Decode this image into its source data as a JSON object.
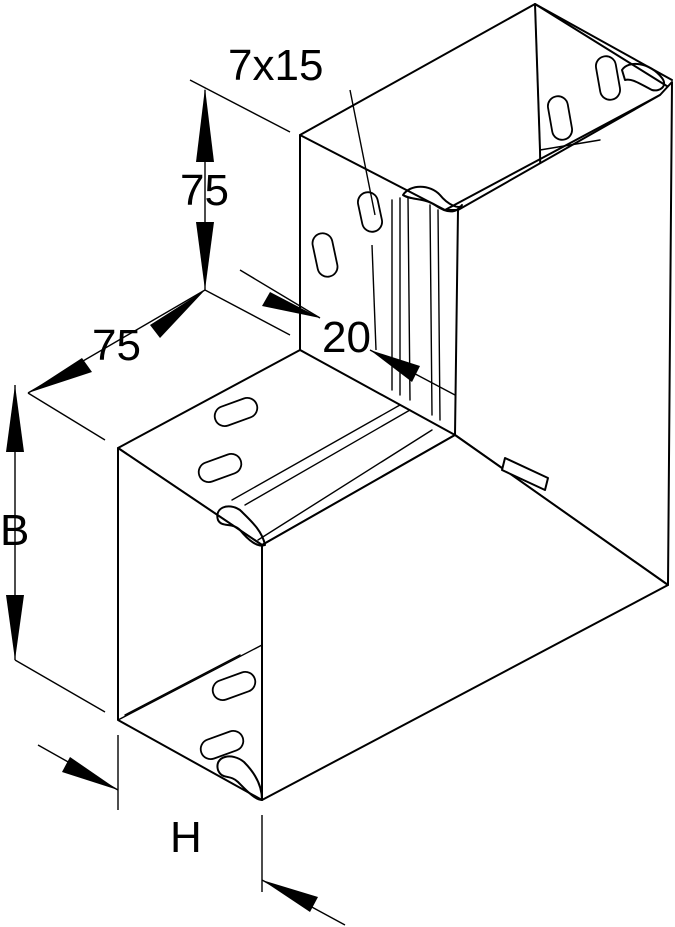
{
  "labels": {
    "slot_size": "7x15",
    "leg_vertical": "75",
    "leg_horizontal": "75",
    "flange": "20",
    "width": "B",
    "height": "H"
  }
}
